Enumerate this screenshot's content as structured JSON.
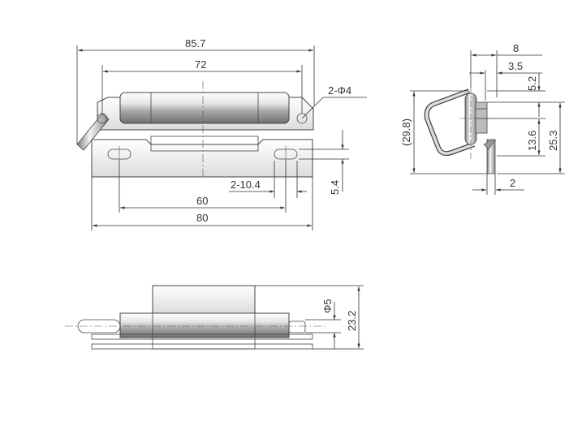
{
  "drawing": {
    "front_view": {
      "overall_width": "85.7",
      "knuckle_width": "72",
      "hole_spec": "2-Φ4",
      "slot_spec": "2-10.4",
      "slot_pitch": "60",
      "base_width": "80",
      "slot_offset": "5.4"
    },
    "side_view": {
      "pin_offset": "8",
      "pin_radius": "3.5",
      "top_offset": "5.2",
      "loop_height": "(29.8)",
      "pin_to_base": "13.6",
      "total_height": "25.3",
      "plate_thickness": "2"
    },
    "bottom_view": {
      "pin_diameter": "Φ5",
      "height": "23.2"
    }
  },
  "colors": {
    "metal_light": "#f2f2f2",
    "metal_mid": "#c9c9c9",
    "metal_dark": "#8a8a8a",
    "dimension_line": "#333333"
  }
}
